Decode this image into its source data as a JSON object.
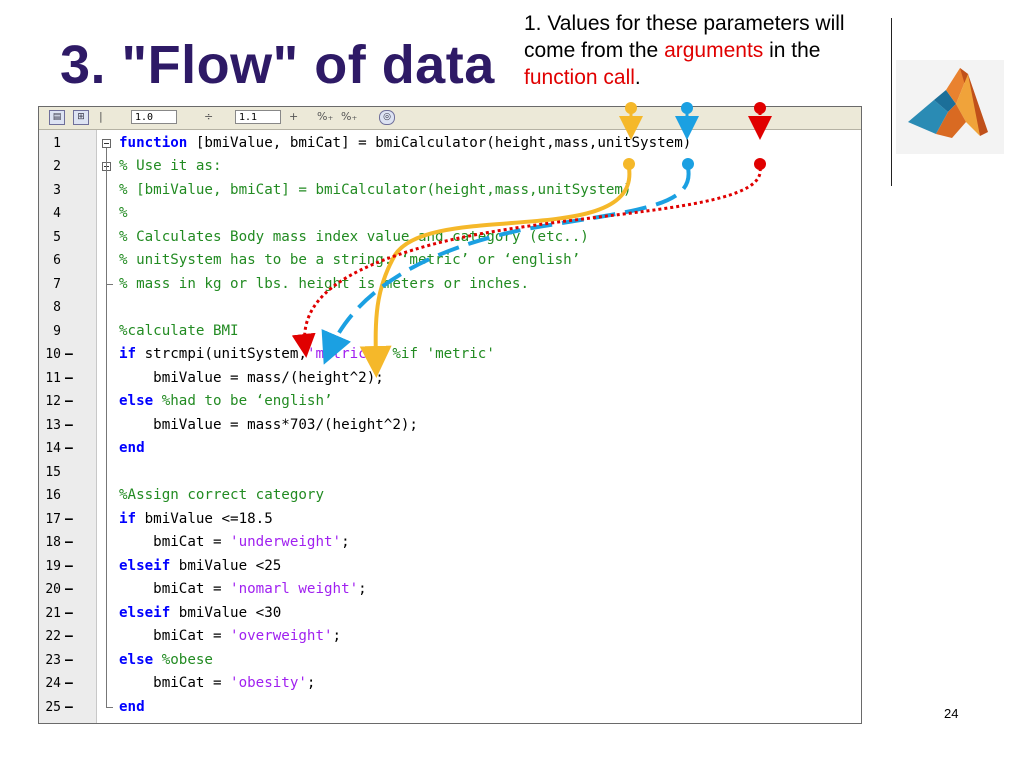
{
  "slide": {
    "title": "3. \"Flow\" of data",
    "page_number": "24"
  },
  "annotation": {
    "part1": "1. Values for these parameters will come from the ",
    "arguments": "arguments",
    "part2": " in the ",
    "function_call": "function call",
    "part3": "."
  },
  "toolbar": {
    "field1": "1.0",
    "field2": "1.1",
    "divide": "÷",
    "plus": "+",
    "percent1": "%₊",
    "percent2": "%₊",
    "icons": [
      "cell-mode-icon",
      "eval-cell-icon",
      "cell-options-icon"
    ]
  },
  "colors": {
    "height_arrow": "#f5b82a",
    "mass_arrow": "#1ba0e2",
    "unitsystem_arrow": "#e00000",
    "title": "#2e1a66",
    "keyword": "#0000ff",
    "comment": "#228b22",
    "string": "#a020f0"
  },
  "code_lines": [
    {
      "n": "1",
      "dash": "",
      "segs": [
        {
          "c": "kw",
          "t": "function"
        },
        {
          "c": "tx",
          "t": " [bmiValue, bmiCat] = bmiCalculator(height,mass,unitSystem)"
        }
      ]
    },
    {
      "n": "2",
      "dash": "",
      "segs": [
        {
          "c": "cm",
          "t": "% Use it as:"
        }
      ]
    },
    {
      "n": "3",
      "dash": "",
      "segs": [
        {
          "c": "cm",
          "t": "% [bmiValue, bmiCat] = bmiCalculator(height,mass,unitSystem)"
        }
      ]
    },
    {
      "n": "4",
      "dash": "",
      "segs": [
        {
          "c": "cm",
          "t": "%"
        }
      ]
    },
    {
      "n": "5",
      "dash": "",
      "segs": [
        {
          "c": "cm",
          "t": "% Calculates Body mass index value and category (etc..)"
        }
      ]
    },
    {
      "n": "6",
      "dash": "",
      "segs": [
        {
          "c": "cm",
          "t": "% unitSystem has to be a string: ‘metric’ or ‘english’"
        }
      ]
    },
    {
      "n": "7",
      "dash": "",
      "segs": [
        {
          "c": "cm",
          "t": "% mass in kg or lbs. height is meters or inches."
        }
      ]
    },
    {
      "n": "8",
      "dash": "",
      "segs": []
    },
    {
      "n": "9",
      "dash": "",
      "segs": [
        {
          "c": "cm",
          "t": "%calculate BMI"
        }
      ]
    },
    {
      "n": "10",
      "dash": "–",
      "segs": [
        {
          "c": "kw",
          "t": "if"
        },
        {
          "c": "tx",
          "t": " strcmpi(unitSystem,"
        },
        {
          "c": "st",
          "t": "'metric'"
        },
        {
          "c": "tx",
          "t": ") "
        },
        {
          "c": "cm",
          "t": "%if 'metric'"
        }
      ]
    },
    {
      "n": "11",
      "dash": "–",
      "segs": [
        {
          "c": "tx",
          "t": "    bmiValue = mass/(height^2);"
        }
      ]
    },
    {
      "n": "12",
      "dash": "–",
      "segs": [
        {
          "c": "kw",
          "t": "else"
        },
        {
          "c": "tx",
          "t": " "
        },
        {
          "c": "cm",
          "t": "%had to be ‘english’"
        }
      ]
    },
    {
      "n": "13",
      "dash": "–",
      "segs": [
        {
          "c": "tx",
          "t": "    bmiValue = mass*703/(height^2);"
        }
      ]
    },
    {
      "n": "14",
      "dash": "–",
      "segs": [
        {
          "c": "kw",
          "t": "end"
        }
      ]
    },
    {
      "n": "15",
      "dash": "",
      "segs": []
    },
    {
      "n": "16",
      "dash": "",
      "segs": [
        {
          "c": "cm",
          "t": "%Assign correct category"
        }
      ]
    },
    {
      "n": "17",
      "dash": "–",
      "segs": [
        {
          "c": "kw",
          "t": "if"
        },
        {
          "c": "tx",
          "t": " bmiValue <=18.5"
        }
      ]
    },
    {
      "n": "18",
      "dash": "–",
      "segs": [
        {
          "c": "tx",
          "t": "    bmiCat = "
        },
        {
          "c": "st",
          "t": "'underweight'"
        },
        {
          "c": "tx",
          "t": ";"
        }
      ]
    },
    {
      "n": "19",
      "dash": "–",
      "segs": [
        {
          "c": "kw",
          "t": "elseif"
        },
        {
          "c": "tx",
          "t": " bmiValue <25"
        }
      ]
    },
    {
      "n": "20",
      "dash": "–",
      "segs": [
        {
          "c": "tx",
          "t": "    bmiCat = "
        },
        {
          "c": "st",
          "t": "'nomarl weight'"
        },
        {
          "c": "tx",
          "t": ";"
        }
      ]
    },
    {
      "n": "21",
      "dash": "–",
      "segs": [
        {
          "c": "kw",
          "t": "elseif"
        },
        {
          "c": "tx",
          "t": " bmiValue <30"
        }
      ]
    },
    {
      "n": "22",
      "dash": "–",
      "segs": [
        {
          "c": "tx",
          "t": "    bmiCat = "
        },
        {
          "c": "st",
          "t": "'overweight'"
        },
        {
          "c": "tx",
          "t": ";"
        }
      ]
    },
    {
      "n": "23",
      "dash": "–",
      "segs": [
        {
          "c": "kw",
          "t": "else"
        },
        {
          "c": "tx",
          "t": " "
        },
        {
          "c": "cm",
          "t": "%obese"
        }
      ]
    },
    {
      "n": "24",
      "dash": "–",
      "segs": [
        {
          "c": "tx",
          "t": "    bmiCat = "
        },
        {
          "c": "st",
          "t": "'obesity'"
        },
        {
          "c": "tx",
          "t": ";"
        }
      ]
    },
    {
      "n": "25",
      "dash": "–",
      "segs": [
        {
          "c": "kw",
          "t": "end"
        }
      ]
    }
  ]
}
